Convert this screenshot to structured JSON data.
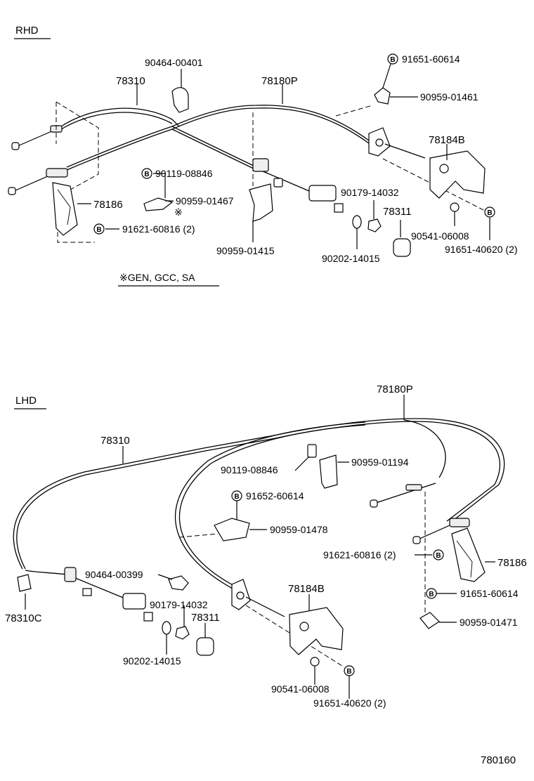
{
  "rhd": {
    "section": "RHD",
    "labels": {
      "p90464_00401": "90464-00401",
      "p78310": "78310",
      "p78180P": "78180P",
      "p91651_60614": "91651-60614",
      "p90959_01461": "90959-01461",
      "p78184B": "78184B",
      "p90119_08846": "90119-08846",
      "p90959_01467": "90959-01467",
      "p78186": "78186",
      "p91621_60816": "91621-60816 (2)",
      "p90179_14032": "90179-14032",
      "p78311": "78311",
      "p90541_06008": "90541-06008",
      "p91651_40620": "91651-40620 (2)",
      "p90202_14015": "90202-14015",
      "p90959_01415": "90959-01415"
    },
    "note": "※GEN, GCC, SA",
    "note_mark": "※"
  },
  "lhd": {
    "section": "LHD",
    "labels": {
      "p78180P": "78180P",
      "p78310": "78310",
      "p90119_08846": "90119-08846",
      "p90959_01194": "90959-01194",
      "p91652_60614": "91652-60614",
      "p90959_01478": "90959-01478",
      "p91621_60816": "91621-60816 (2)",
      "p78186": "78186",
      "p90464_00399": "90464-00399",
      "p78184B": "78184B",
      "p91651_60614": "91651-60614",
      "p90179_14032": "90179-14032",
      "p78311": "78311",
      "p90959_01471": "90959-01471",
      "p78310C": "78310C",
      "p90202_14015": "90202-14015",
      "p90541_06008": "90541-06008",
      "p91651_40620": "91651-40620 (2)"
    }
  },
  "bolt_symbol": "B",
  "drawing_number": "780160"
}
